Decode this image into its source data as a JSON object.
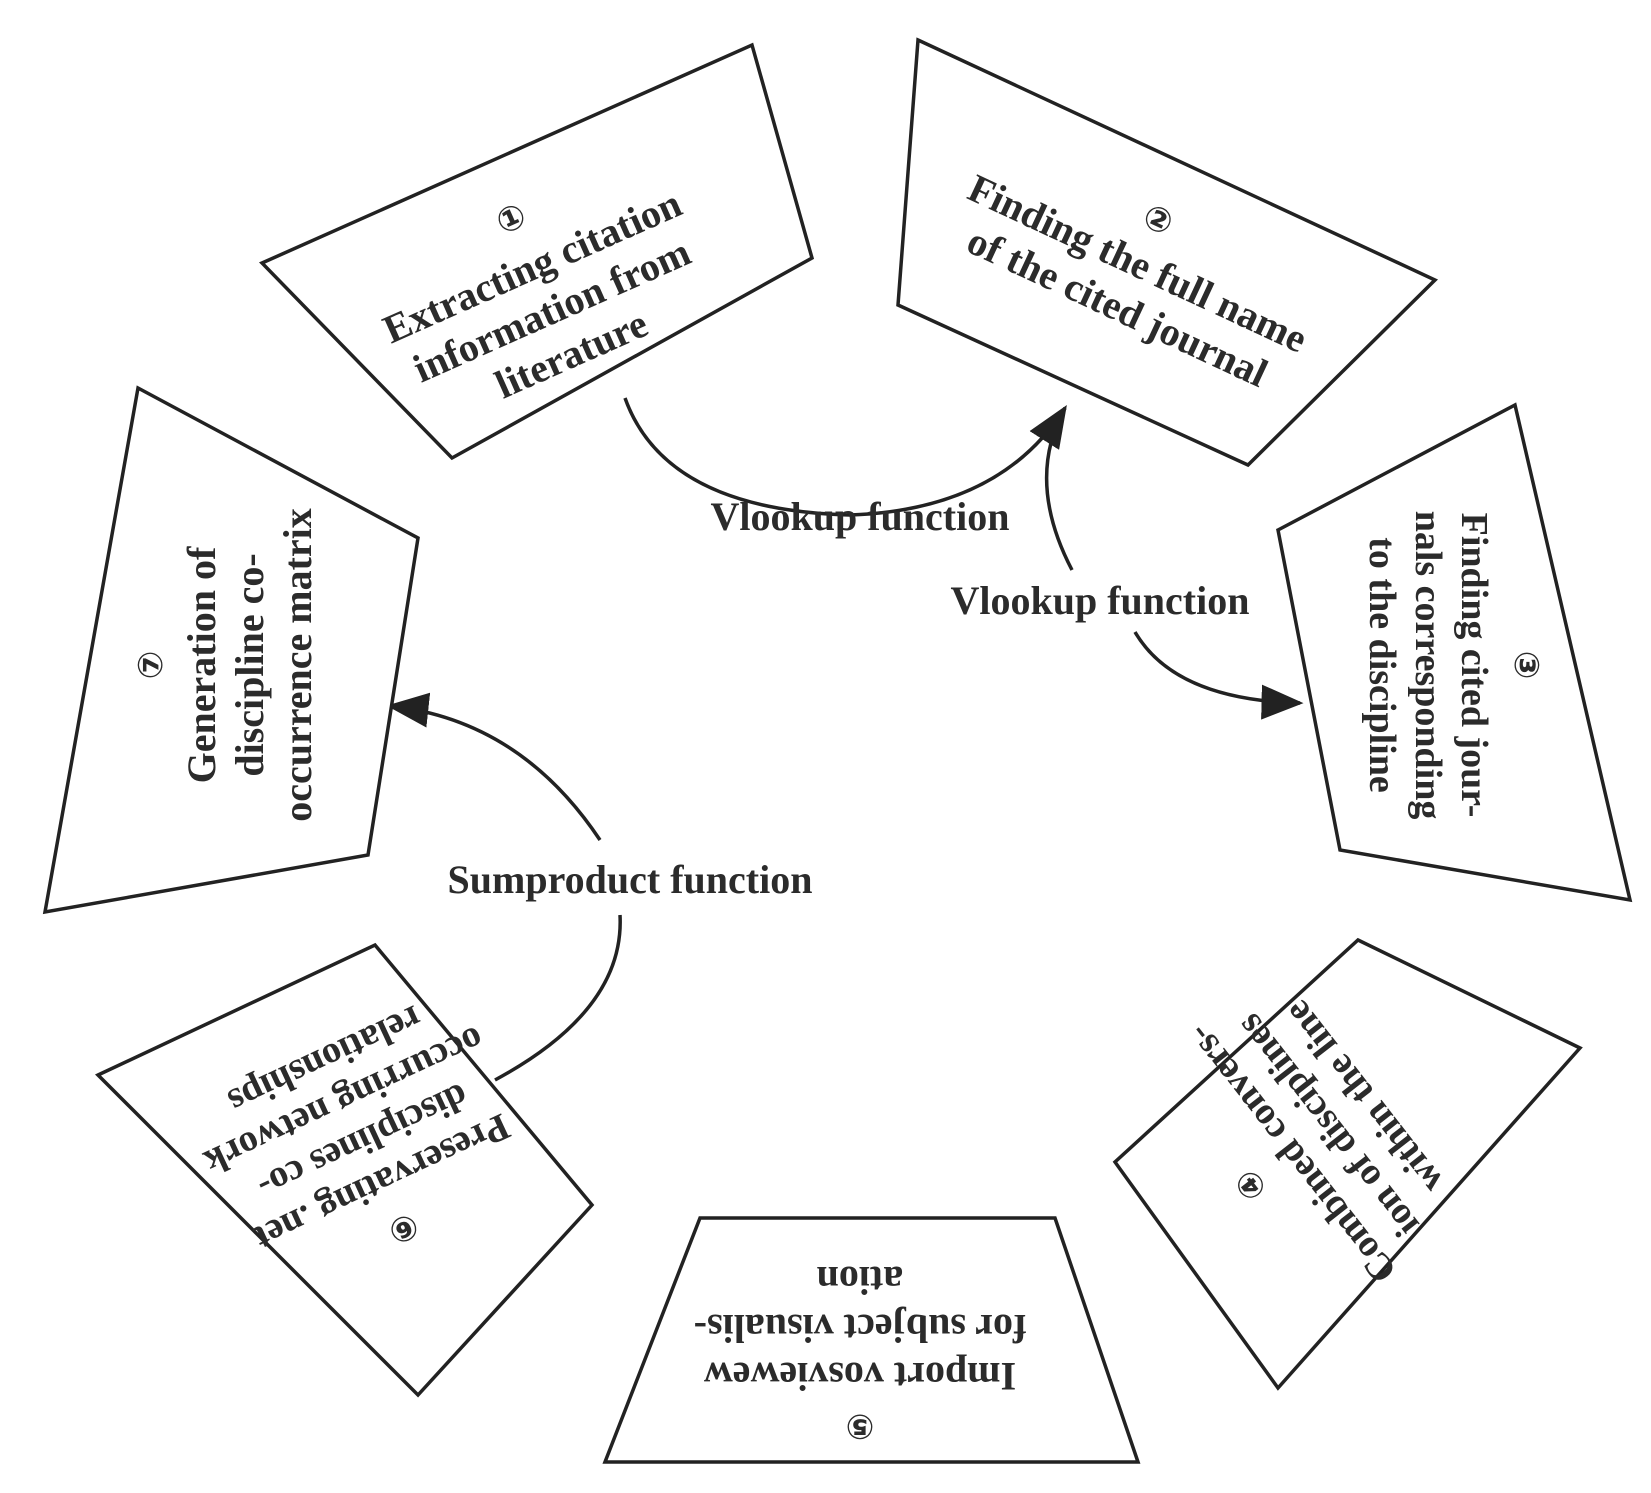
{
  "steps": [
    {
      "number": "①",
      "lines": [
        "Extracting citation",
        "information from",
        "literature"
      ]
    },
    {
      "number": "②",
      "lines": [
        "Finding the full name",
        "of the cited journal"
      ]
    },
    {
      "number": "③",
      "lines": [
        "Finding cited jour-",
        "nals corresponding",
        "to the discipline"
      ]
    },
    {
      "number": "④",
      "lines": [
        "Combined convers-",
        "ion of disciplines",
        "within the line"
      ]
    },
    {
      "number": "⑤",
      "lines": [
        "Import vosviewew",
        "for subject visualis-",
        "ation"
      ]
    },
    {
      "number": "⑥",
      "lines": [
        "Preservating .net",
        "disciplines co-",
        "occurring network",
        "relationships"
      ]
    },
    {
      "number": "⑦",
      "lines": [
        "Generation of",
        "discipline co-",
        "occurrence matrix"
      ]
    }
  ],
  "functions": {
    "vlookup_1": "Vlookup function",
    "vlookup_2": "Vlookup function",
    "sumproduct": "Sumproduct function"
  }
}
